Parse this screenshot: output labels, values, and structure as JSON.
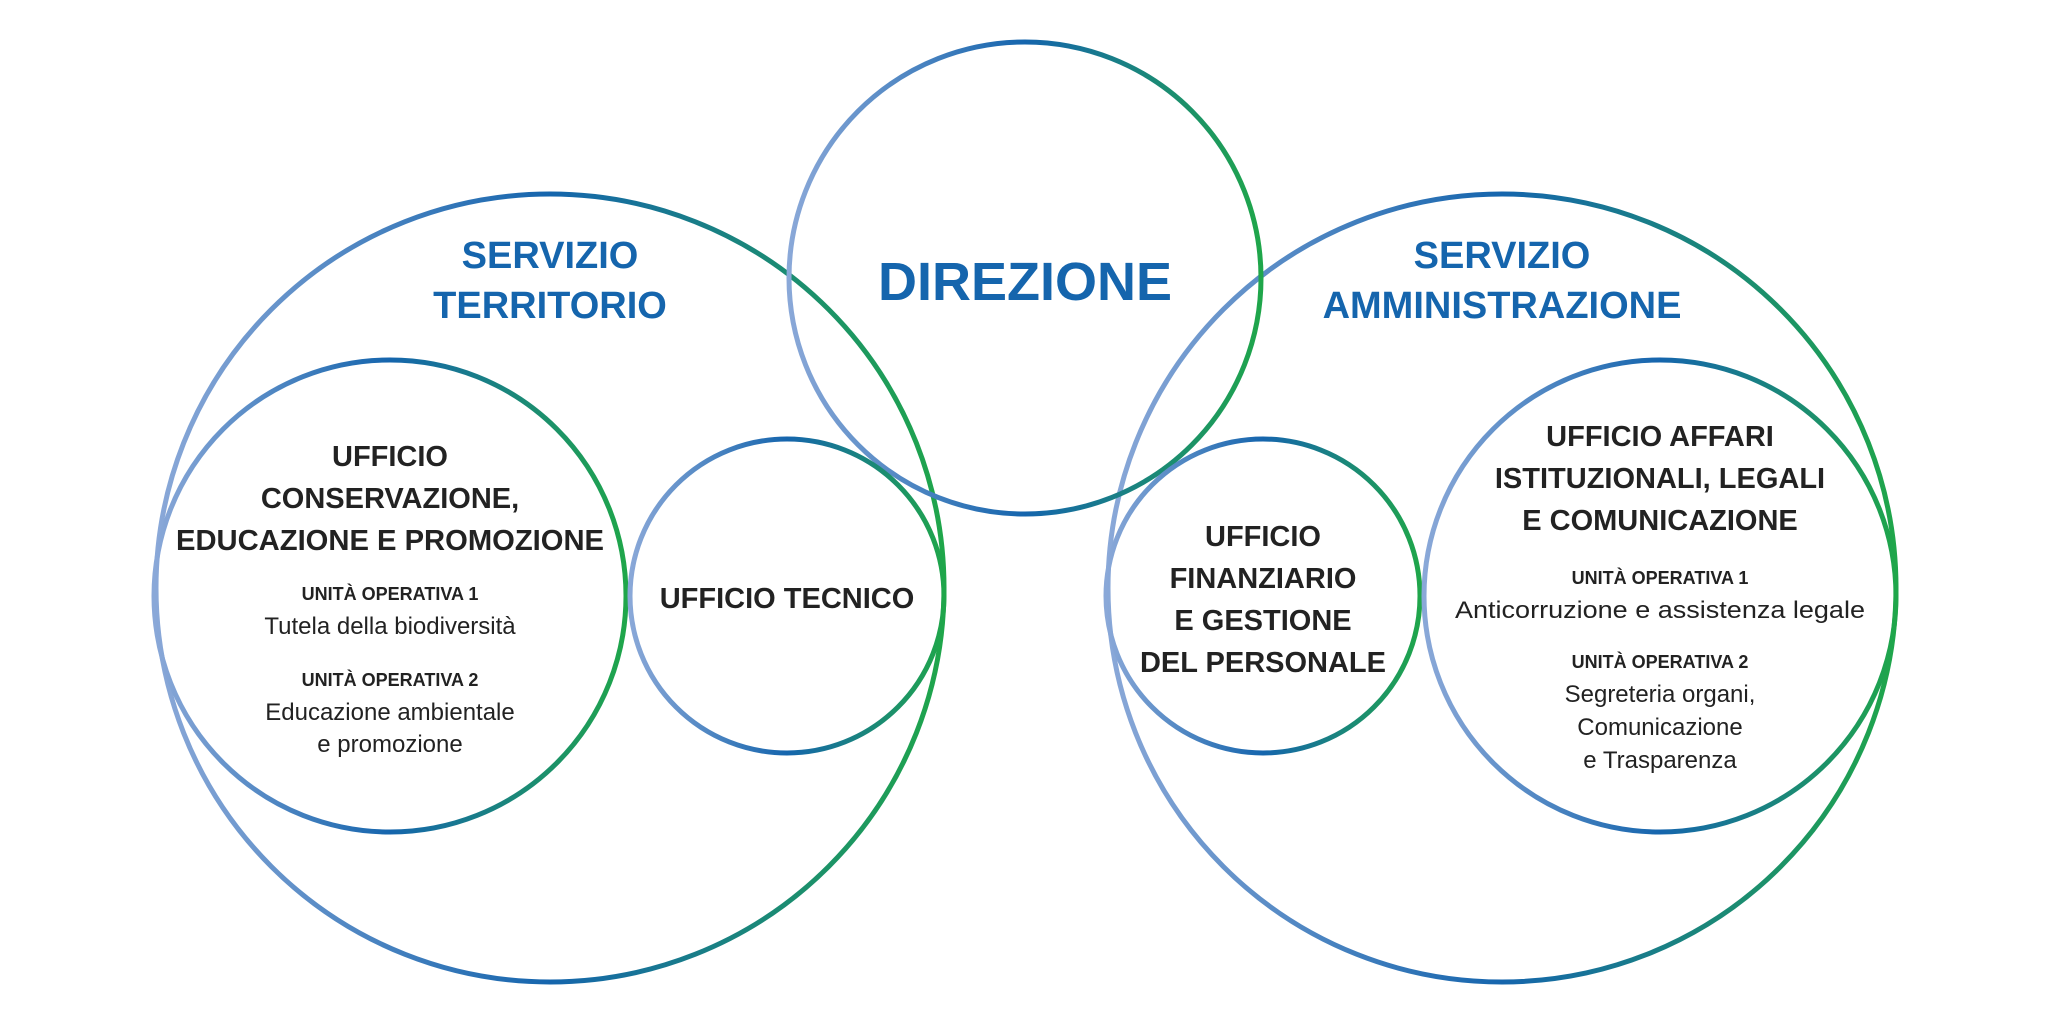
{
  "colors": {
    "ring_light": "#8aa8d8",
    "ring_blue": "#1565ad",
    "ring_green": "#1fa64a",
    "service_title": "#1565ad",
    "office_title": "#222222"
  },
  "direzione": {
    "label": "DIREZIONE"
  },
  "servizio_territorio": {
    "title_lines": [
      "SERVIZIO",
      "TERRITORIO"
    ],
    "ufficio_conservazione": {
      "title_lines": [
        "UFFICIO",
        "CONSERVAZIONE,",
        "EDUCAZIONE E PROMOZIONE"
      ],
      "units": [
        {
          "label": "UNITÀ OPERATIVA 1",
          "lines": [
            "Tutela della biodiversità"
          ]
        },
        {
          "label": "UNITÀ OPERATIVA 2",
          "lines": [
            "Educazione ambientale",
            "e promozione"
          ]
        }
      ]
    },
    "ufficio_tecnico": {
      "title_lines": [
        "UFFICIO TECNICO"
      ]
    }
  },
  "servizio_amministrazione": {
    "title_lines": [
      "SERVIZIO",
      "AMMINISTRAZIONE"
    ],
    "ufficio_finanziario": {
      "title_lines": [
        "UFFICIO",
        "FINANZIARIO",
        "E GESTIONE",
        "DEL PERSONALE"
      ]
    },
    "ufficio_affari": {
      "title_lines": [
        "UFFICIO AFFARI",
        "ISTITUZIONALI, LEGALI",
        "E COMUNICAZIONE"
      ],
      "units": [
        {
          "label": "UNITÀ OPERATIVA 1",
          "lines": [
            "Anticorruzione e assistenza legale"
          ]
        },
        {
          "label": "UNITÀ OPERATIVA 2",
          "lines": [
            "Segreteria organi,",
            "Comunicazione",
            "e Trasparenza"
          ]
        }
      ]
    }
  }
}
